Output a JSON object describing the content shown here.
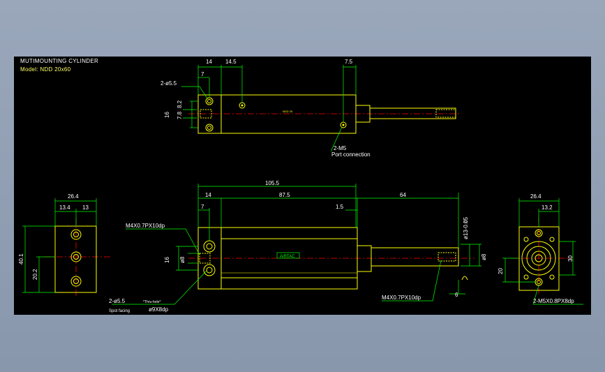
{
  "drawing": {
    "title": "MUTIMOUNTING CYLINDER",
    "model": "Model: NDD 20x60"
  },
  "top_view": {
    "dim_14": "14",
    "dim_14_5": "14.5",
    "dim_7": "7",
    "dim_7_5": "7.5",
    "dim_16": "16",
    "dim_78": "7.8",
    "dim_82": "8.2",
    "hole_callout": "2-ø5.5",
    "port_callout": "2-M5",
    "port_note": "Port connection",
    "body_tag": "NDD 20"
  },
  "left_view": {
    "width": "26.4",
    "half_a": "13.4",
    "half_b": "13",
    "height": "40.1",
    "half_height": "20.2"
  },
  "front_view": {
    "overall": "105.5",
    "dim_14": "14",
    "dim_87_5": "87.5",
    "dim_64": "64",
    "dim_7": "7",
    "dim_1_5": "1.5",
    "dim_16": "16",
    "dim_8": "ø8",
    "rod_dia": "ø13-0.05",
    "rod_tol": "0",
    "rod_end": "ø8",
    "thread_rear": "M4X0.7PX10dp",
    "thread_front": "M4X0.7PX10dp",
    "hole_callout": "2-ø5.5",
    "hole_note": "*Thru-hole*",
    "spot_label": "Spot facing",
    "spot_size": "ø9X8dp",
    "dim_6": "6",
    "brand_tag": "AIRTAC"
  },
  "right_view": {
    "width": "26.4",
    "half": "13.2",
    "height": "30",
    "half_height": "20",
    "thread": "2-M5X0.8PX8dp"
  },
  "colors": {
    "sheet": "#000000",
    "outline": "#ffff00",
    "dimension": "#00ff00",
    "centerline": "#ff0000",
    "hatch": "#00ffff",
    "text": "#ffffff"
  }
}
